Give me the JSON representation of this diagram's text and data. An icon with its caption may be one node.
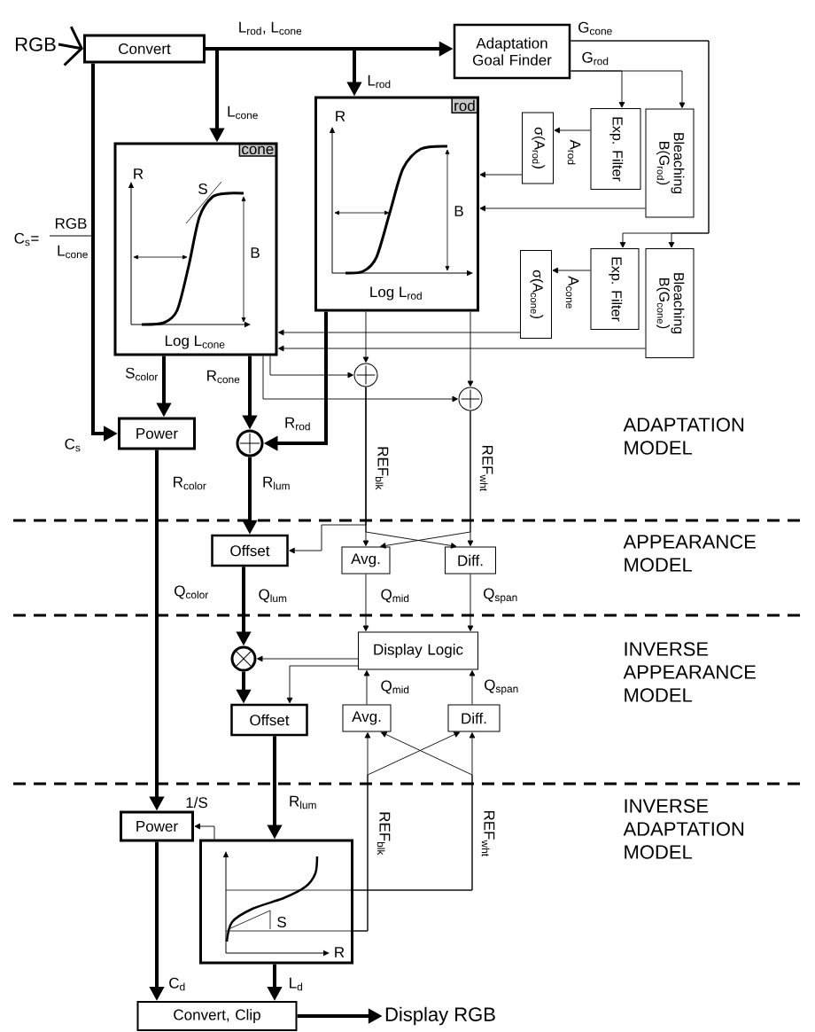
{
  "diagram": {
    "nodes": [
      {
        "text": [
          "RGB"
        ]
      },
      {
        "text": [
          "Convert"
        ]
      },
      {
        "text": [
          "Adaptation Goal Finder"
        ]
      },
      {
        "text": [
          "cone",
          "R",
          "S",
          "B",
          "Log L$_{cone}$"
        ]
      },
      {
        "text": [
          "rod",
          "R",
          "B",
          "Log L$_{rod}$"
        ]
      },
      {
        "text": [
          "Exp. Filter"
        ]
      },
      {
        "text": [
          "Bleaching",
          "B(G$_{rod}$)"
        ]
      },
      {
        "text": [
          "σ(A$_{rod}$)"
        ]
      },
      {
        "text": [
          "Exp. Filter"
        ]
      },
      {
        "text": [
          "Bleaching",
          "B(G$_{cone}$)"
        ]
      },
      {
        "text": [
          "σ(A$_{cone}$)"
        ]
      },
      {
        "text": [],
        "shape": "circle"
      },
      {
        "text": [],
        "shape": "circle"
      },
      {
        "text": [
          "Power"
        ]
      },
      {
        "text": [],
        "shape": "circle"
      },
      {
        "text": [
          "Offset"
        ]
      },
      {
        "text": [
          "Avg."
        ]
      },
      {
        "text": [
          "Diff."
        ]
      },
      {
        "text": [],
        "shape": "circle"
      },
      {
        "text": [
          "Display Logic"
        ]
      },
      {
        "text": [
          "Offset"
        ]
      },
      {
        "text": [
          "Avg."
        ]
      },
      {
        "text": [
          "Diff."
        ]
      },
      {
        "text": [
          "Power"
        ]
      },
      {
        "text": [
          "S",
          "R"
        ]
      },
      {
        "text": [
          "Convert, Clip"
        ]
      },
      {
        "text": [
          "Display RGB"
        ]
      }
    ],
    "edges": [
      {
        "from": 0,
        "to": 1,
        "arrow": "to",
        "style": "thick"
      },
      {
        "from": 1,
        "to": 2,
        "arrow": "to",
        "style": "thick",
        "label": "L$_{rod}$, L$_{cone}$"
      },
      {
        "from": 1,
        "to": 4,
        "arrow": "to",
        "style": "thick",
        "label": "L$_{rod}$"
      },
      {
        "from": 1,
        "to": 3,
        "arrow": "to",
        "style": "thick",
        "label": "L$_{cone}$"
      },
      {
        "from": 1,
        "to": 13,
        "arrow": "to",
        "style": "thick",
        "label": "C$_{s}$"
      },
      {
        "from": 2,
        "to": 6,
        "arrow": "to",
        "label": "G$_{rod}$"
      },
      {
        "from": 2,
        "to": 5,
        "arrow": "to"
      },
      {
        "from": 2,
        "to": 9,
        "arrow": "to",
        "label": "G$_{cone}$"
      },
      {
        "from": 2,
        "to": 8,
        "arrow": "to"
      },
      {
        "from": 5,
        "to": 7,
        "arrow": "to",
        "label": "A$_{rod}$"
      },
      {
        "from": 7,
        "to": 4,
        "arrow": "to"
      },
      {
        "from": 6,
        "to": 4,
        "arrow": "to"
      },
      {
        "from": 8,
        "to": 10,
        "arrow": "to",
        "label": "A$_{cone}$"
      },
      {
        "from": 10,
        "to": 3,
        "arrow": "to"
      },
      {
        "from": 9,
        "to": 3,
        "arrow": "to"
      },
      {
        "from": 3,
        "to": 13,
        "arrow": "to",
        "style": "thick",
        "label": "S$_{color}$"
      },
      {
        "from": 3,
        "to": 14,
        "arrow": "to",
        "style": "thick",
        "label": "R$_{cone}$"
      },
      {
        "from": 4,
        "to": 14,
        "arrow": "to",
        "style": "thick",
        "label": "R$_{rod}$"
      },
      {
        "from": 3,
        "to": 11,
        "arrow": "to"
      },
      {
        "from": 4,
        "to": 11,
        "arrow": "to"
      },
      {
        "from": 3,
        "to": 12,
        "arrow": "to"
      },
      {
        "from": 4,
        "to": 12,
        "arrow": "to"
      },
      {
        "from": 13,
        "to": 23,
        "arrow": "to",
        "style": "thick",
        "label": "R$_{color}$"
      },
      {
        "from": 14,
        "to": 15,
        "arrow": "to",
        "style": "thick",
        "label": "R$_{lum}$"
      },
      {
        "from": 11,
        "to": 16,
        "arrow": "to",
        "label": "REF$_{blk}$"
      },
      {
        "from": 11,
        "to": 17,
        "arrow": "to"
      },
      {
        "from": 12,
        "to": 17,
        "arrow": "to",
        "label": "REF$_{wht}$"
      },
      {
        "from": 12,
        "to": 16,
        "arrow": "to"
      },
      {
        "from": 11,
        "to": 15,
        "arrow": "to"
      },
      {
        "from": 15,
        "to": 18,
        "arrow": "to",
        "style": "thick",
        "label": "Q$_{lum}$"
      },
      {
        "from": 16,
        "to": 19,
        "arrow": "to",
        "label": "Q$_{mid}$"
      },
      {
        "from": 17,
        "to": 19,
        "arrow": "to",
        "label": "Q$_{span}$"
      },
      {
        "from": 19,
        "to": 18,
        "arrow": "to"
      },
      {
        "from": 19,
        "to": 20,
        "arrow": "to"
      },
      {
        "from": 18,
        "to": 20,
        "arrow": "to",
        "style": "thick"
      },
      {
        "from": 21,
        "to": 19,
        "arrow": "to",
        "label": "Q$_{mid}$"
      },
      {
        "from": 22,
        "to": 19,
        "arrow": "to",
        "label": "Q$_{span}$"
      },
      {
        "from": 24,
        "to": 21,
        "arrow": "to",
        "label": "REF$_{blk}$"
      },
      {
        "from": 24,
        "to": 22,
        "arrow": "to",
        "label": "REF$_{wht}$"
      },
      {
        "from": 24,
        "to": 22,
        "arrow": "to"
      },
      {
        "from": 24,
        "to": 21,
        "arrow": "to"
      },
      {
        "from": 20,
        "to": 24,
        "arrow": "to",
        "style": "thick",
        "label": "R$_{lum}$"
      },
      {
        "from": 24,
        "to": 23,
        "arrow": "to",
        "label": "1/S"
      },
      {
        "from": 23,
        "to": 25,
        "arrow": "to",
        "style": "thick",
        "label": "C$_{d}$"
      },
      {
        "from": 24,
        "to": 25,
        "arrow": "to",
        "style": "thick",
        "label": "L$_{d}$"
      },
      {
        "from": 25,
        "to": 26,
        "arrow": "to",
        "style": "thick"
      }
    ],
    "labels": [
      "C$_{s}$=",
      "RGB",
      "L$_{cone}$",
      "Q$_{color}$",
      "ADAPTATION MODEL",
      "APPEARANCE MODEL",
      "INVERSE APPEARANCE MODEL",
      "INVERSE ADAPTATION MODEL"
    ]
  }
}
